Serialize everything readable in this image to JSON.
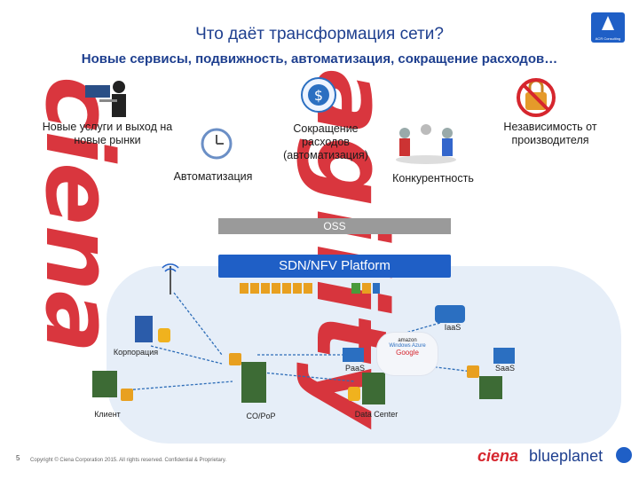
{
  "slide": {
    "title": "Что даёт трансформация сети?",
    "subtitle": "Новые сервисы, подвижность, автоматизация, сокращение расходов…",
    "page_number": "5",
    "footer": "Copyright © Ciena Corporation 2015. All rights reserved. Confidential & Proprietary."
  },
  "watermark": {
    "left": "ciena",
    "right": "agility"
  },
  "benefits": {
    "new_services": "Новые услуги и выход на новые рынки",
    "cost_reduction": "Сокращение расходов (автоматизация)",
    "vendor_independence": "Независимость от производителя",
    "automation": "Автоматизация",
    "competition": "Конкурентность"
  },
  "platform": {
    "oss": "OSS",
    "sdn": "SDN/NFV Platform"
  },
  "network": {
    "corporation": "Корпорация",
    "client": "Клиент",
    "co_pop": "CO/PoP",
    "data_center": "Data Center",
    "iaas": "IaaS",
    "paas": "PaaS",
    "saas": "SaaS"
  },
  "logos": {
    "ciena": "ciena",
    "blueplanet": "blueplanet",
    "badge": "ACR Consulting"
  },
  "colors": {
    "title": "#1e3f8f",
    "watermark": "#d6262e",
    "sdn": "#1f5fc6",
    "oss": "#9a9a9a",
    "building": "#3d6b35"
  }
}
